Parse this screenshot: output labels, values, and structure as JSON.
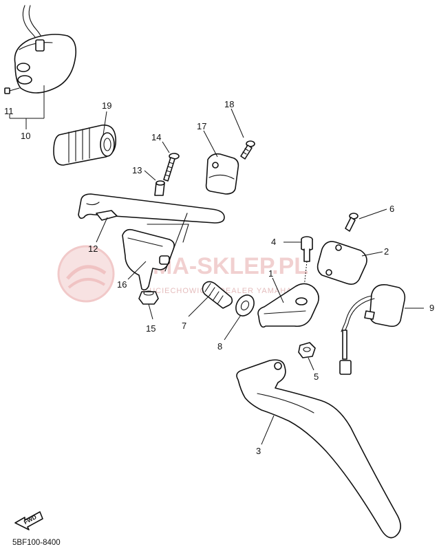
{
  "diagram_code": "5BF100-8400",
  "fwd_label": "FWD",
  "watermark": {
    "text": "MA-SKLEP.PL",
    "subtext": "Y UCIECHOWICZ | DEALER YAMAHA"
  },
  "callouts": {
    "c1": "1",
    "c2": "2",
    "c3": "3",
    "c4": "4",
    "c5": "5",
    "c6": "6",
    "c7": "7",
    "c8": "8",
    "c9": "9",
    "c10": "10",
    "c11": "11",
    "c12": "12",
    "c13": "13",
    "c14": "14",
    "c15": "15",
    "c16": "16",
    "c17": "17",
    "c18": "18",
    "c19": "19"
  },
  "colors": {
    "line": "#111111",
    "watermark": "#e7aaaa"
  }
}
